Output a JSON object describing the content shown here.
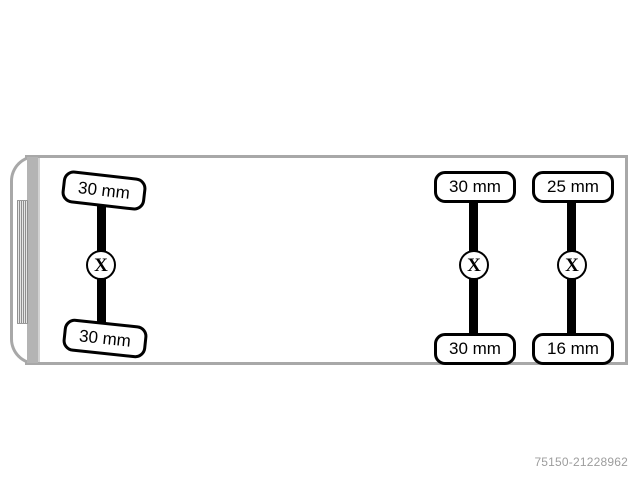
{
  "diagram": {
    "reference_number": "75150-21228962",
    "colors": {
      "panel_border": "#a8a8a8",
      "panel_spine": "#b4b4b4",
      "callout_line": "#000000",
      "callout_box_fill": "#ffffff",
      "reference_text": "#9d9d9d"
    },
    "marker_symbol": "X",
    "callouts": [
      {
        "id": "left-pair",
        "top_label": "30 mm",
        "bottom_label": "30 mm",
        "marker": "X"
      },
      {
        "id": "right-pair-1",
        "top_label": "30 mm",
        "bottom_label": "30 mm",
        "marker": "X"
      },
      {
        "id": "right-pair-2",
        "top_label": "25 mm",
        "bottom_label": "16 mm",
        "marker": "X"
      }
    ]
  }
}
